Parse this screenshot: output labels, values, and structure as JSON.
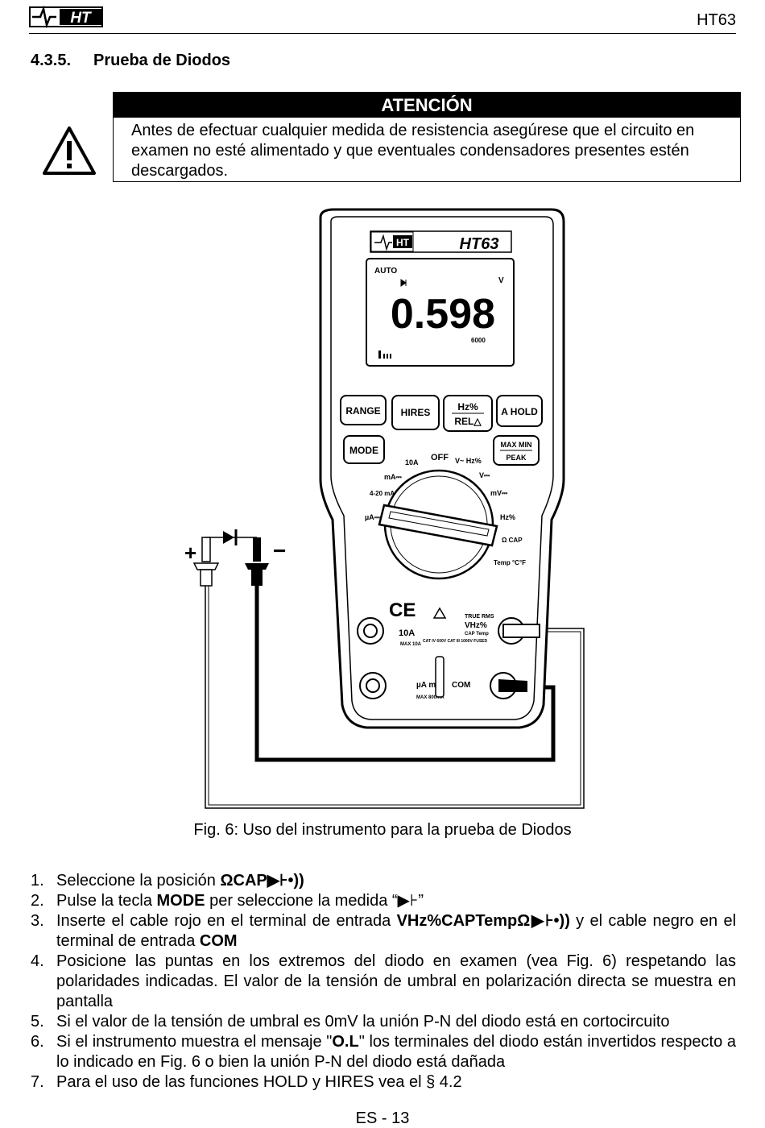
{
  "header": {
    "logo_text": "HT",
    "doc_code": "HT63"
  },
  "section": {
    "number": "4.3.5.",
    "title": "Prueba de Diodos"
  },
  "warning": {
    "title": "ATENCIÓN",
    "text": "Antes de efectuar cualquier medida de resistencia asegúrese que el circuito en examen no esté alimentado y que eventuales condensadores presentes estén descargados."
  },
  "figure": {
    "brand": "HT",
    "model": "HT63",
    "display": {
      "auto": "AUTO",
      "unit": "V",
      "reading": "0.598",
      "range": "6000"
    },
    "buttons": [
      "RANGE",
      "HIRES",
      "Hz%",
      "REL△",
      "A HOLD",
      "MODE",
      "MAX MIN",
      "PEAK"
    ],
    "dial_labels": [
      "OFF",
      "10A",
      "V~ Hz%",
      "V⎓",
      "mA⎓",
      "mV⎓",
      "4-20 mA%",
      "Hz%",
      "µA⎓",
      "Ω CAP",
      "Temp °C°F"
    ],
    "terminal_labels": {
      "a10": "10A",
      "a10_rating": "MAX 10A",
      "cat": "CAT IV 600V CAT III 1000V FUSED",
      "true_rms": "TRUE RMS",
      "vhz": "VHz%",
      "cap_temp": "CAP Temp",
      "ua": "µA mA",
      "ua_rating": "MAX 800mA",
      "com": "COM"
    },
    "probe_plus": "+",
    "probe_minus": "−",
    "caption": "Fig. 6: Uso del instrumento para la prueba de Diodos"
  },
  "steps": [
    {
      "n": "1.",
      "text_a": "Seleccione la posición ",
      "bold_a": "ΩCAP▶⊦•))"
    },
    {
      "n": "2.",
      "text_a": "Pulse la tecla ",
      "bold_a": "MODE",
      "text_b": " per seleccione la medida “▶⊦”"
    },
    {
      "n": "3.",
      "text_a": "Inserte el cable rojo en el terminal de entrada ",
      "bold_a": "VHz%CAPTempΩ▶⊦•))",
      "text_b": " y el cable negro en el terminal de entrada ",
      "bold_b": "COM"
    },
    {
      "n": "4.",
      "text_a": "Posicione las puntas en los extremos del diodo en examen (vea Fig. 6) respetando las polaridades indicadas. El valor de la tensión de umbral en polarización directa se muestra en pantalla"
    },
    {
      "n": "5.",
      "text_a": "Si el valor de la tensión de umbral es 0mV la unión P-N del diodo está en cortocircuito"
    },
    {
      "n": "6.",
      "text_a": "Si el instrumento muestra el mensaje \"",
      "bold_a": "O.L",
      "text_b": "\" los terminales del diodo están invertidos respecto a lo indicado en Fig. 6 o bien la unión P-N del diodo está dañada"
    },
    {
      "n": "7.",
      "text_a": "Para el uso de las funciones HOLD y HIRES vea el § 4.2"
    }
  ],
  "footer": {
    "page": "ES - 13"
  }
}
